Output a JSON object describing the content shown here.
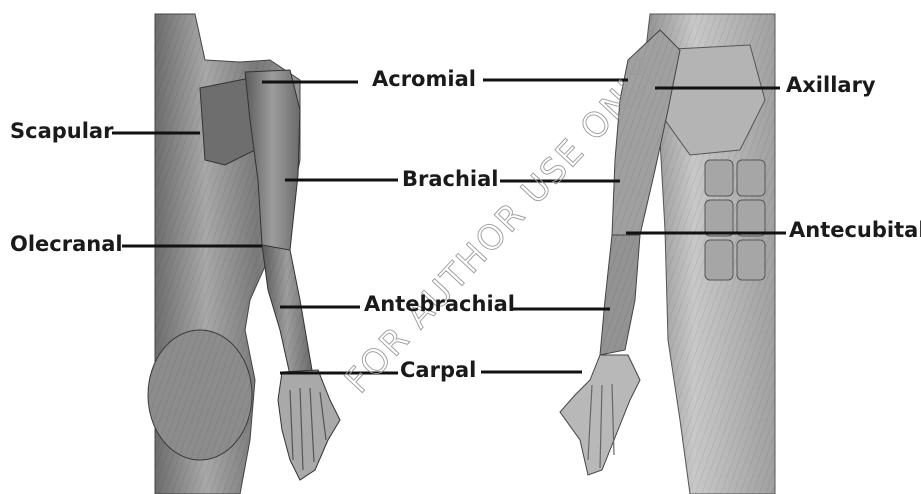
{
  "labels": {
    "acromial": "Acromial",
    "axillary": "Axillary",
    "scapular": "Scapular",
    "brachial": "Brachial",
    "olecranal": "Olecranal",
    "antecubital": "Antecubital",
    "antebrachial": "Antebrachial",
    "carpal": "Carpal"
  },
  "watermark": "FOR AUTHOR USE ONLY",
  "colors": {
    "background": "#ffffff",
    "label_text": "#1a1a1a",
    "leader_line": "#111111",
    "muscle_dark": "#5a5a5a",
    "muscle_light": "#c9c9c9"
  }
}
